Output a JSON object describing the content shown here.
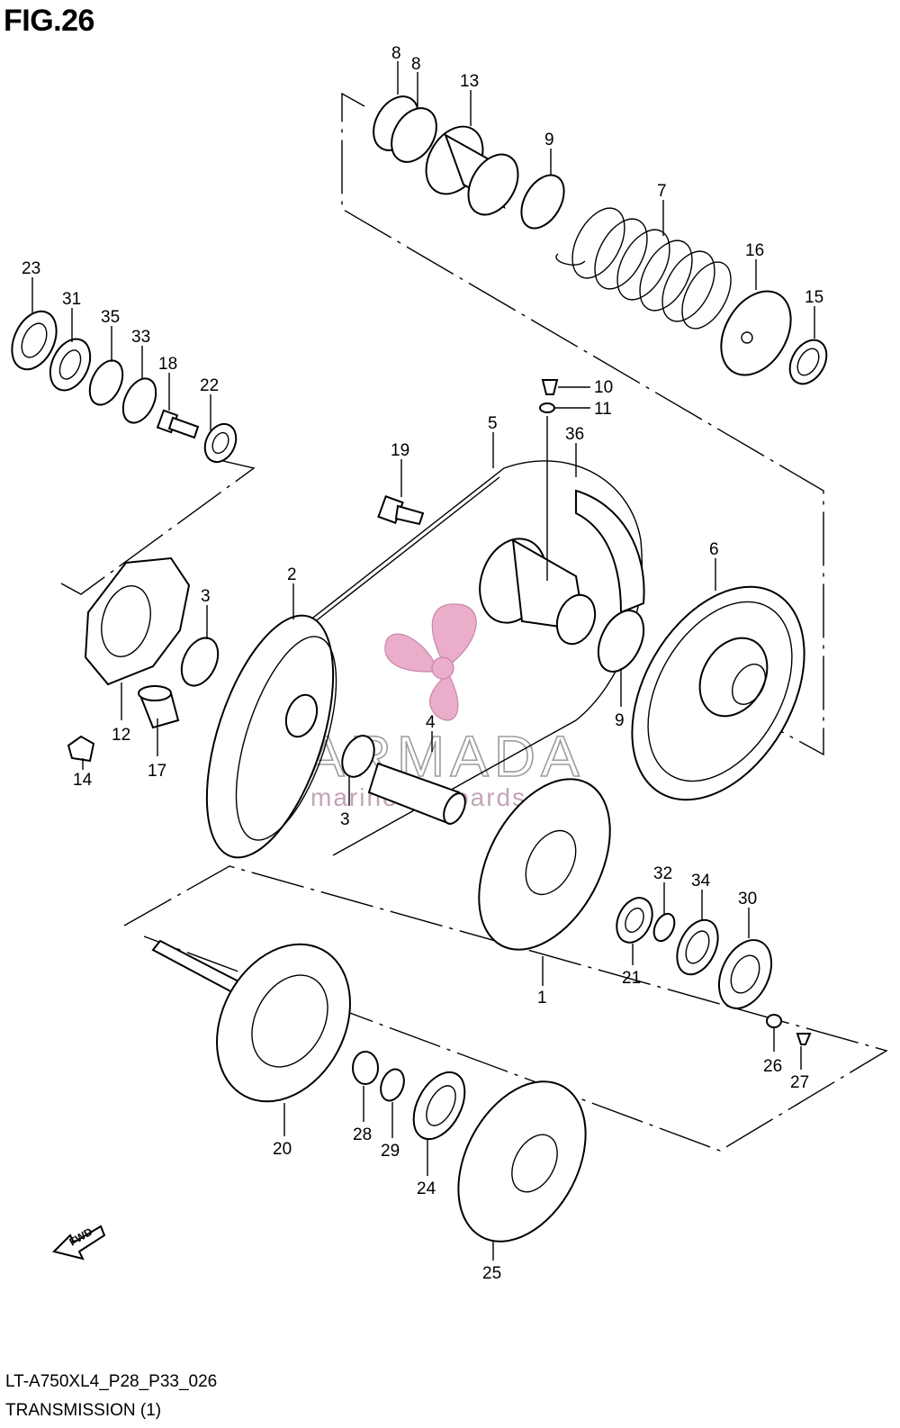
{
  "figure": {
    "title": "FIG.26"
  },
  "footer": {
    "code": "LT-A750XL4_P28_P33_026",
    "title": "TRANSMISSION (1)"
  },
  "watermark": {
    "brand": "ARMADA",
    "tagline": "marine onboards",
    "color": "#e8a6c6"
  },
  "fwd_label": "FWD",
  "callouts": [
    {
      "id": "c8a",
      "label": "8"
    },
    {
      "id": "c8b",
      "label": "8"
    },
    {
      "id": "c13",
      "label": "13"
    },
    {
      "id": "c9a",
      "label": "9"
    },
    {
      "id": "c7",
      "label": "7"
    },
    {
      "id": "c16",
      "label": "16"
    },
    {
      "id": "c15",
      "label": "15"
    },
    {
      "id": "c23",
      "label": "23"
    },
    {
      "id": "c31",
      "label": "31"
    },
    {
      "id": "c35",
      "label": "35"
    },
    {
      "id": "c33",
      "label": "33"
    },
    {
      "id": "c18",
      "label": "18"
    },
    {
      "id": "c22",
      "label": "22"
    },
    {
      "id": "c10",
      "label": "10"
    },
    {
      "id": "c11",
      "label": "11"
    },
    {
      "id": "c5",
      "label": "5"
    },
    {
      "id": "c36",
      "label": "36"
    },
    {
      "id": "c19",
      "label": "19"
    },
    {
      "id": "c6",
      "label": "6"
    },
    {
      "id": "c2",
      "label": "2"
    },
    {
      "id": "c3a",
      "label": "3"
    },
    {
      "id": "c12",
      "label": "12"
    },
    {
      "id": "c14",
      "label": "14"
    },
    {
      "id": "c17",
      "label": "17"
    },
    {
      "id": "c9b",
      "label": "9"
    },
    {
      "id": "c4",
      "label": "4"
    },
    {
      "id": "c3b",
      "label": "3"
    },
    {
      "id": "c32",
      "label": "32"
    },
    {
      "id": "c34",
      "label": "34"
    },
    {
      "id": "c30",
      "label": "30"
    },
    {
      "id": "c21",
      "label": "21"
    },
    {
      "id": "c1",
      "label": "1"
    },
    {
      "id": "c26",
      "label": "26"
    },
    {
      "id": "c27",
      "label": "27"
    },
    {
      "id": "c20",
      "label": "20"
    },
    {
      "id": "c28",
      "label": "28"
    },
    {
      "id": "c29",
      "label": "29"
    },
    {
      "id": "c24",
      "label": "24"
    },
    {
      "id": "c25",
      "label": "25"
    }
  ]
}
